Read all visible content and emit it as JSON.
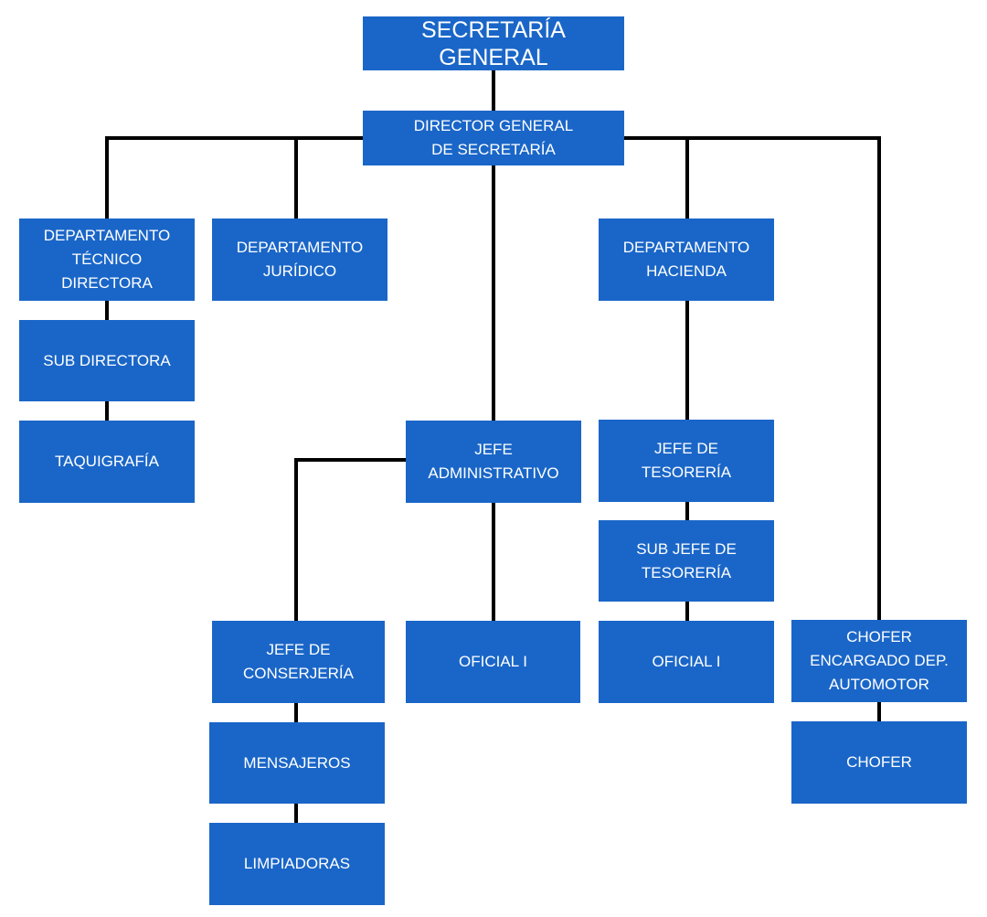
{
  "colors": {
    "box_fill": "#1a66c8",
    "box_text": "#ffffff",
    "connector": "#000000",
    "background": "#ffffff"
  },
  "nodes": {
    "secretaria_general": "SECRETARÍA GENERAL",
    "director_general": "DIRECTOR GENERAL\nDE SECRETARÍA",
    "depto_tecnico": "DEPARTAMENTO\nTÉCNICO\nDIRECTORA",
    "sub_directora": "SUB DIRECTORA",
    "taquigrafia": "TAQUIGRAFÍA",
    "depto_juridico": "DEPARTAMENTO\nJURÍDICO",
    "jefe_administrativo": "JEFE\nADMINISTRATIVO",
    "oficial_admin": "OFICIAL I",
    "jefe_conserjeria": "JEFE DE\nCONSERJERÍA",
    "mensajeros": "MENSAJEROS",
    "limpiadoras": "LIMPIADORAS",
    "depto_hacienda": "DEPARTAMENTO\nHACIENDA",
    "jefe_tesoreria": "JEFE DE\nTESORERÍA",
    "sub_jefe_tesoreria": "SUB JEFE DE\nTESORERÍA",
    "oficial_tesoreria": "OFICIAL I",
    "chofer_encargado": "CHOFER\nENCARGADO DEP.\nAUTOMOTOR",
    "chofer": "CHOFER"
  }
}
